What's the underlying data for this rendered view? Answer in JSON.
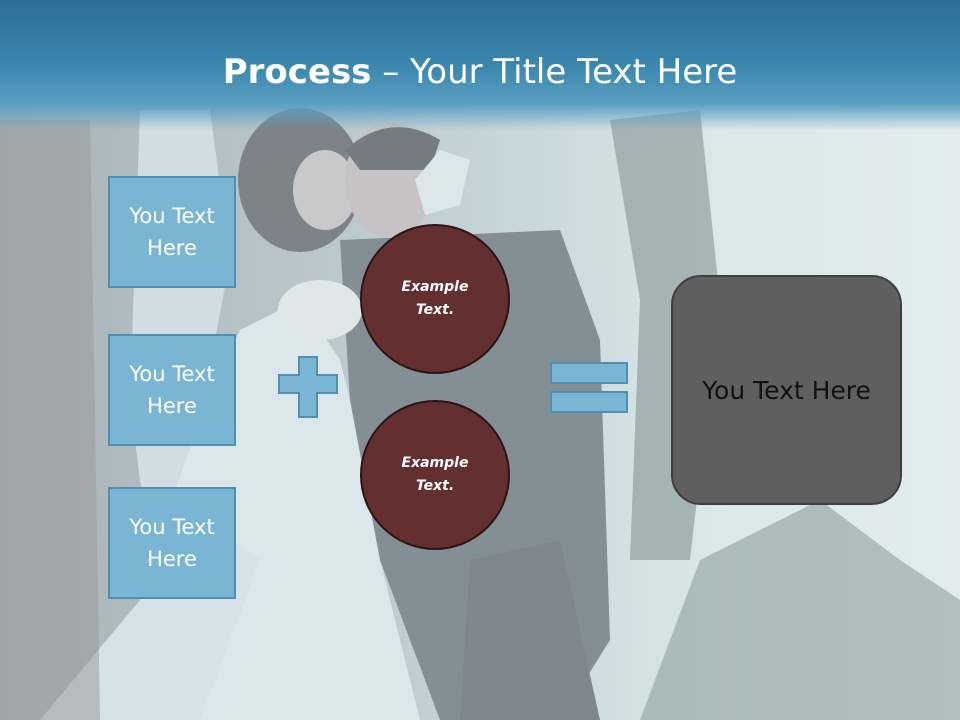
{
  "slide": {
    "title_bold": "Process",
    "title_rest": " – Your Title Text Here"
  },
  "left_boxes": [
    {
      "label": "You Text Here"
    },
    {
      "label": "You Text Here"
    },
    {
      "label": "You Text Here"
    }
  ],
  "circles": [
    {
      "label": "Example Text."
    },
    {
      "label": "Example Text."
    }
  ],
  "result": {
    "label": "You Text Here"
  },
  "colors": {
    "accent": "#7ab6d4",
    "circle": "#632f30",
    "result": "#5f5f5f",
    "title_band": "#3a86ad"
  }
}
